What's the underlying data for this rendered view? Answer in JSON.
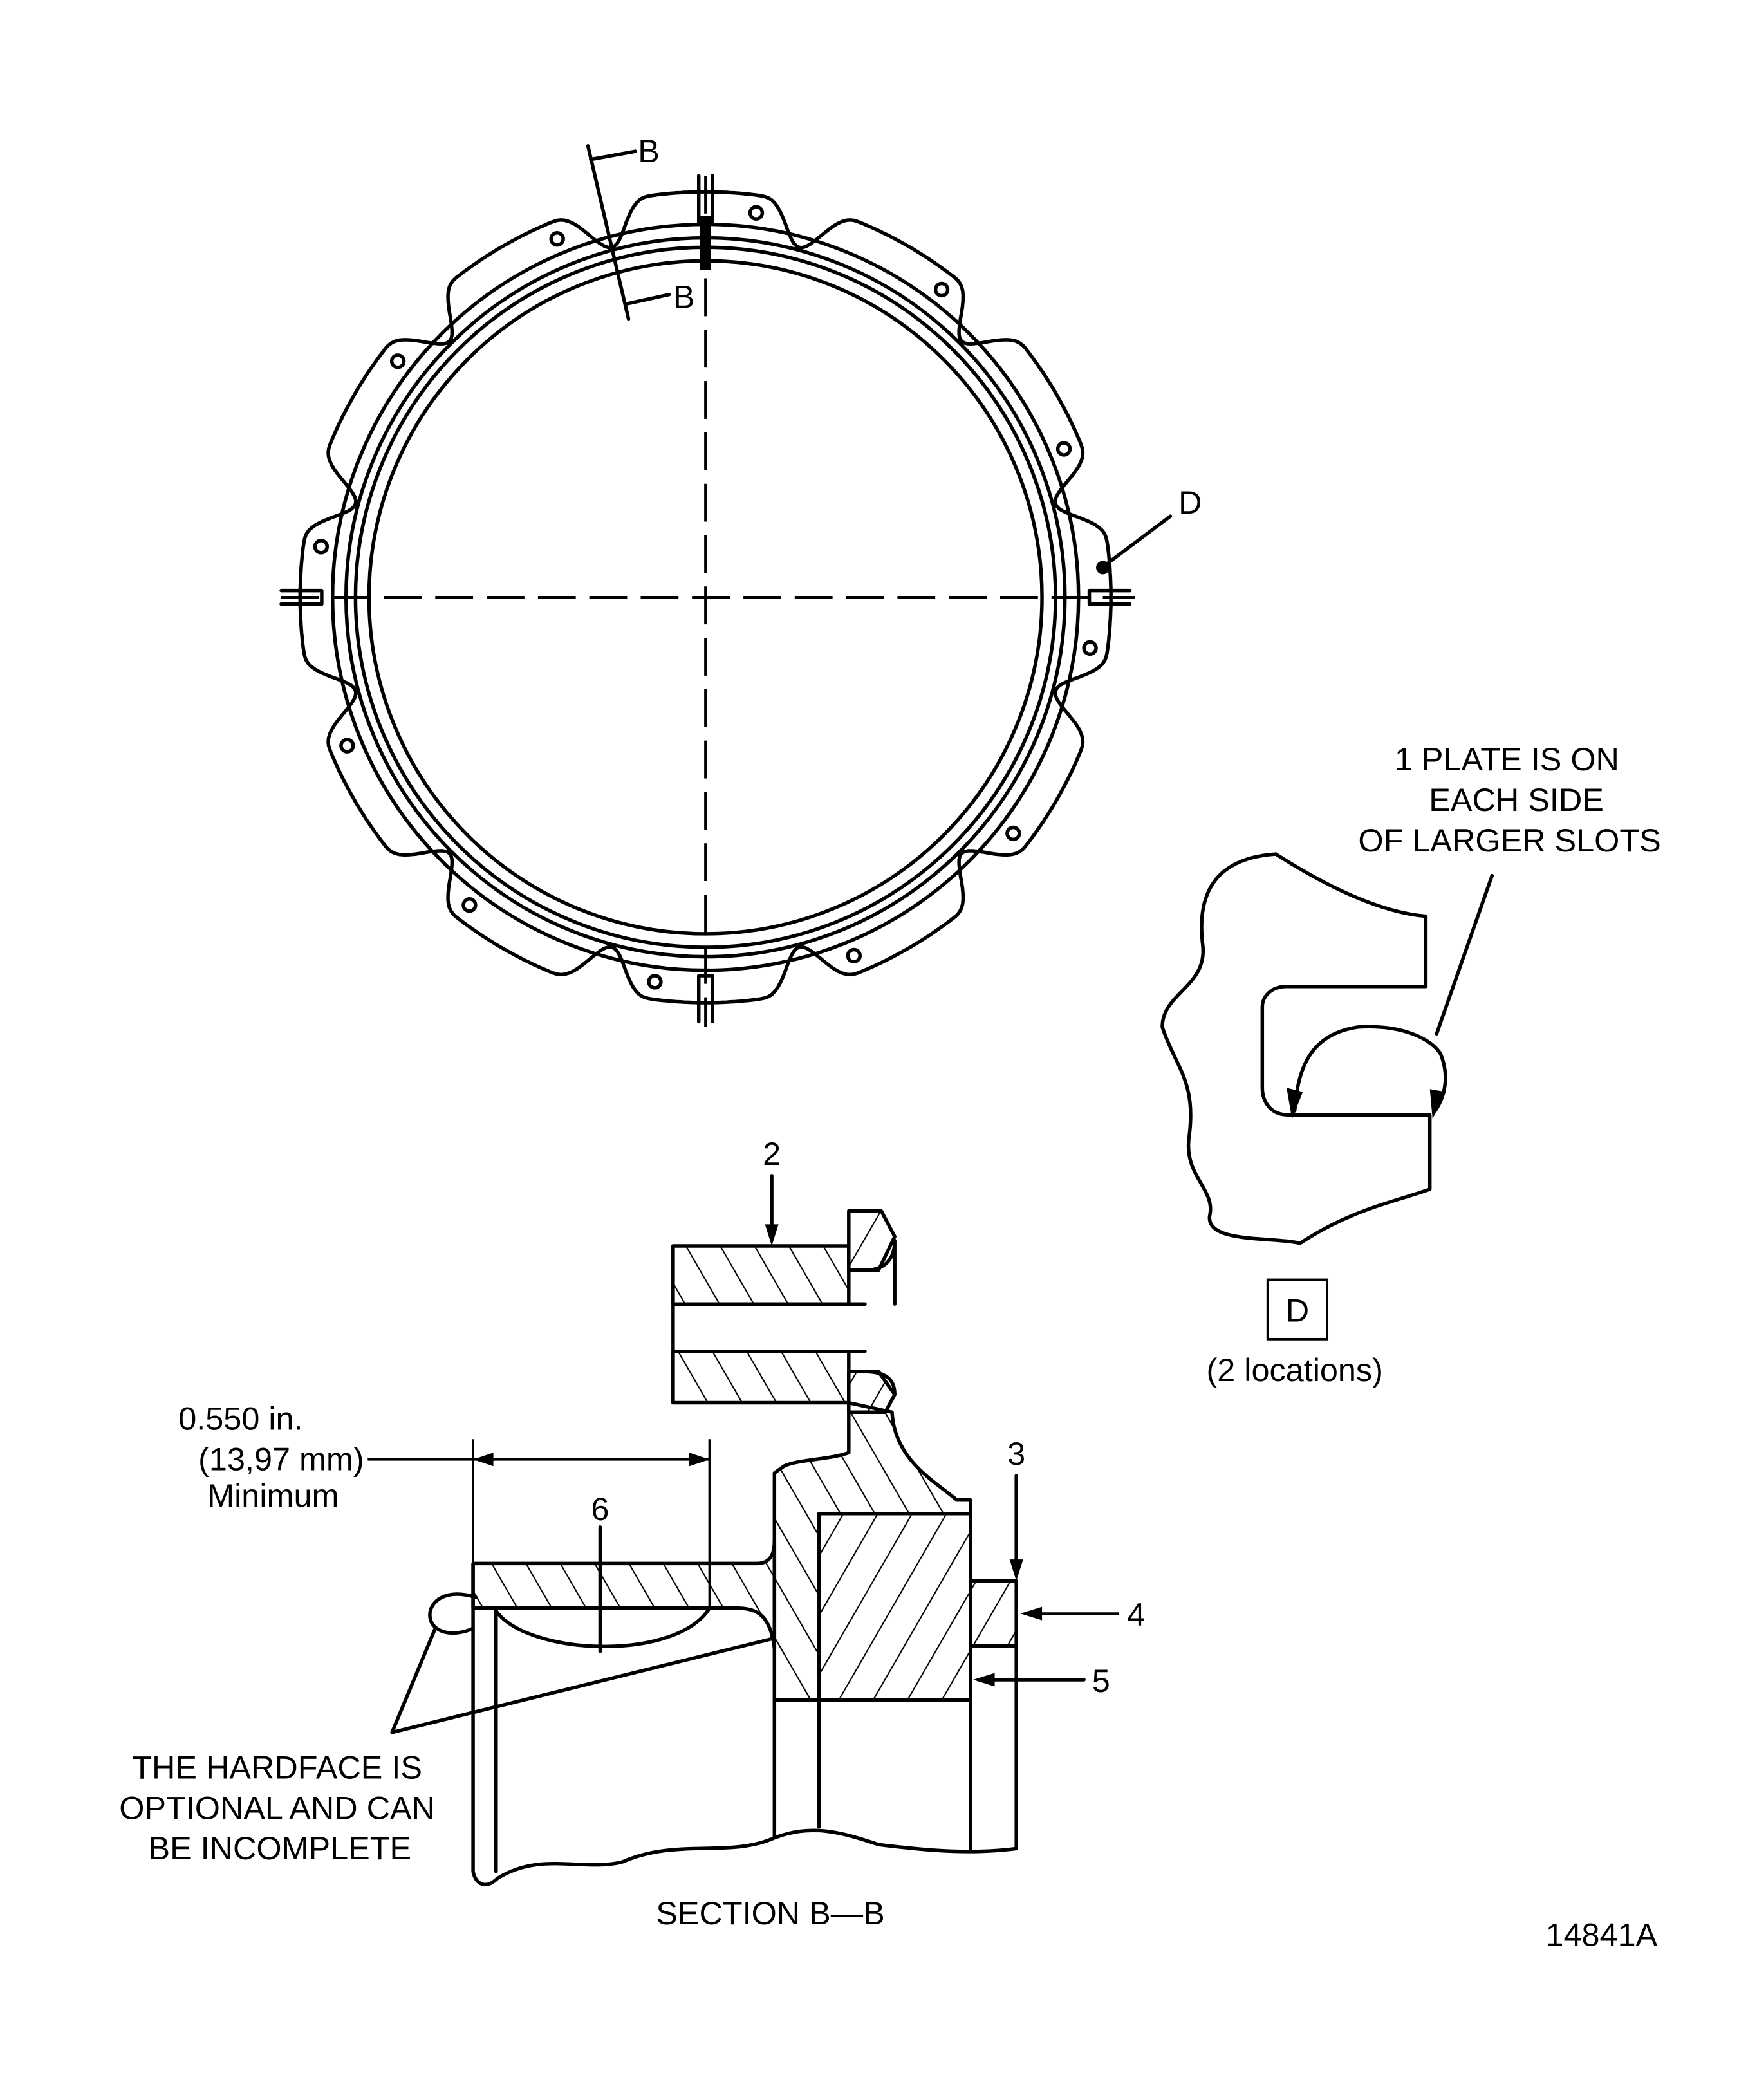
{
  "main_view": {
    "section_mark_top": "B",
    "section_mark_bottom": "B",
    "detail_callout": "D"
  },
  "detail_d": {
    "note_line1": "1 PLATE IS ON",
    "note_line2": "EACH SIDE",
    "note_line3": "OF LARGER SLOTS",
    "label": "D",
    "locations": "(2 locations)"
  },
  "section_bb": {
    "dimension_line1": "0.550  in.",
    "dimension_line2": "(13,97 mm)",
    "dimension_line3": "Minimum",
    "item_2": "2",
    "item_3": "3",
    "item_4": "4",
    "item_5": "5",
    "item_6": "6",
    "hardface_line1": "THE HARDFACE IS",
    "hardface_line2": "OPTIONAL AND CAN",
    "hardface_line3": "BE INCOMPLETE",
    "title": "SECTION B—B"
  },
  "figure_number": "14841A"
}
